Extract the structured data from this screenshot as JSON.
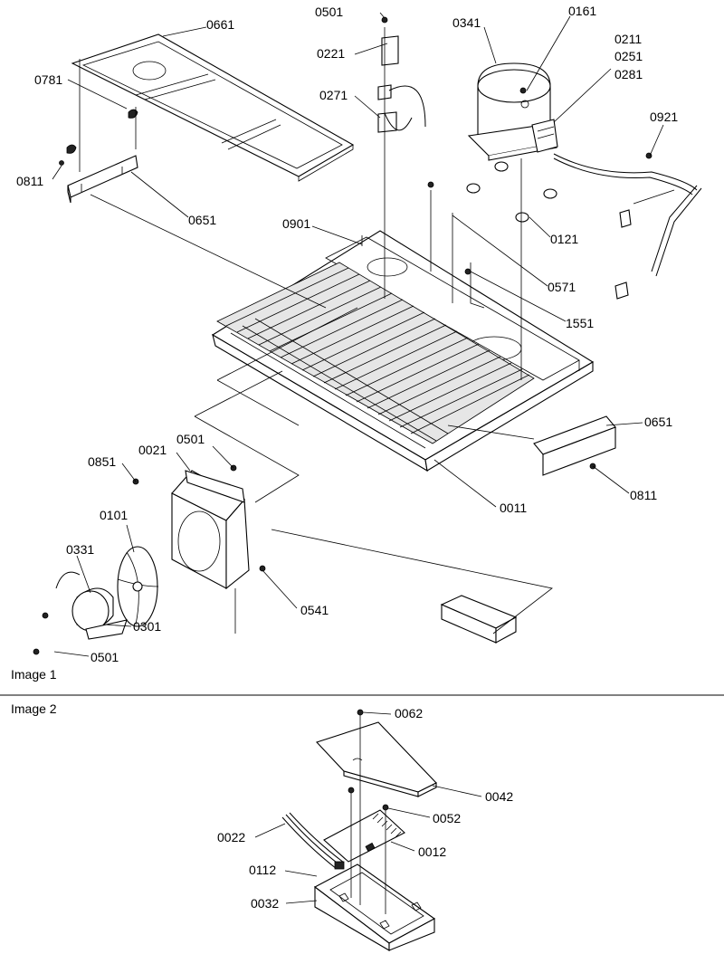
{
  "panels": [
    {
      "id": "image1",
      "caption": "Image 1"
    },
    {
      "id": "image2",
      "caption": "Image 2"
    }
  ],
  "callouts": {
    "image1": [
      "0501",
      "0221",
      "0271",
      "0341",
      "0161",
      "0211",
      "0251",
      "0281",
      "0661",
      "0781",
      "0811",
      "0651",
      "0921",
      "0901",
      "0121",
      "0571",
      "1551",
      "0651",
      "0811",
      "0021",
      "0501",
      "0851",
      "0011",
      "0101",
      "0331",
      "0541",
      "0301",
      "0501"
    ],
    "image2": [
      "0062",
      "0042",
      "0052",
      "0022",
      "0012",
      "0112",
      "0032"
    ]
  }
}
